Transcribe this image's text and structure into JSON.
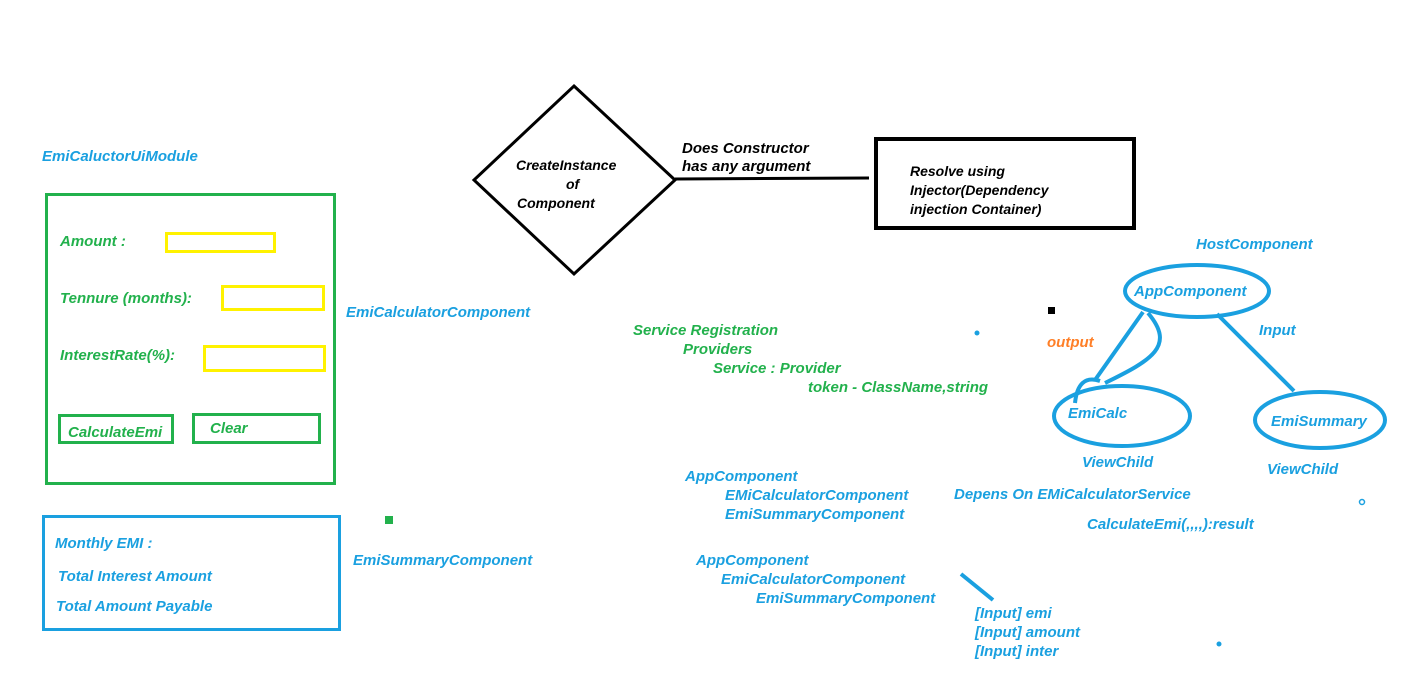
{
  "colors": {
    "blue": "#1aa0e0",
    "green": "#22b14c",
    "yellow": "#fff200",
    "black": "#000000",
    "orange": "#ff7f27"
  },
  "module": {
    "title": "EmiCaluctorUiModule",
    "calculator_form": {
      "amount_label": "Amount :",
      "tenure_label": "Tennure (months):",
      "interest_label": "InterestRate(%):",
      "calculate_button": "CalculateEmi",
      "clear_button": "Clear",
      "component_name": "EmiCalculatorComponent"
    },
    "summary": {
      "monthly_emi": "Monthly EMI :",
      "total_interest": "Total Interest Amount",
      "total_payable": "Total Amount Payable",
      "component_name": "EmiSummaryComponent"
    }
  },
  "flow": {
    "decision": [
      "CreateInstance",
      "of",
      "Component"
    ],
    "edge_label": [
      "Does Constructor",
      "has any argument"
    ],
    "result": [
      "Resolve using",
      "Injector(Dependency",
      "injection Container)"
    ]
  },
  "service_registration": {
    "title": "Service Registration",
    "providers": "Providers",
    "service": "Service : Provider",
    "token": "token - ClassName,string"
  },
  "tree": {
    "host_label": "HostComponent",
    "root": "AppComponent",
    "left_child": "EmiCalc",
    "right_child": "EmiSummary",
    "output_label": "output",
    "input_label": "Input",
    "left_child_label": "ViewChild",
    "right_child_label": "ViewChild"
  },
  "hierarchy_1": {
    "root": "AppComponent",
    "child1": "EMiCalculatorComponent",
    "child2": "EmiSummaryComponent",
    "depends": "Depens On EMiCalculatorService",
    "method": "CalculateEmi(,,,,):result"
  },
  "hierarchy_2": {
    "root": "AppComponent",
    "child1": "EmiCalculatorComponent",
    "child2": "EmiSummaryComponent",
    "inputs": [
      "[Input] emi",
      "[Input] amount",
      "[Input] inter"
    ]
  }
}
